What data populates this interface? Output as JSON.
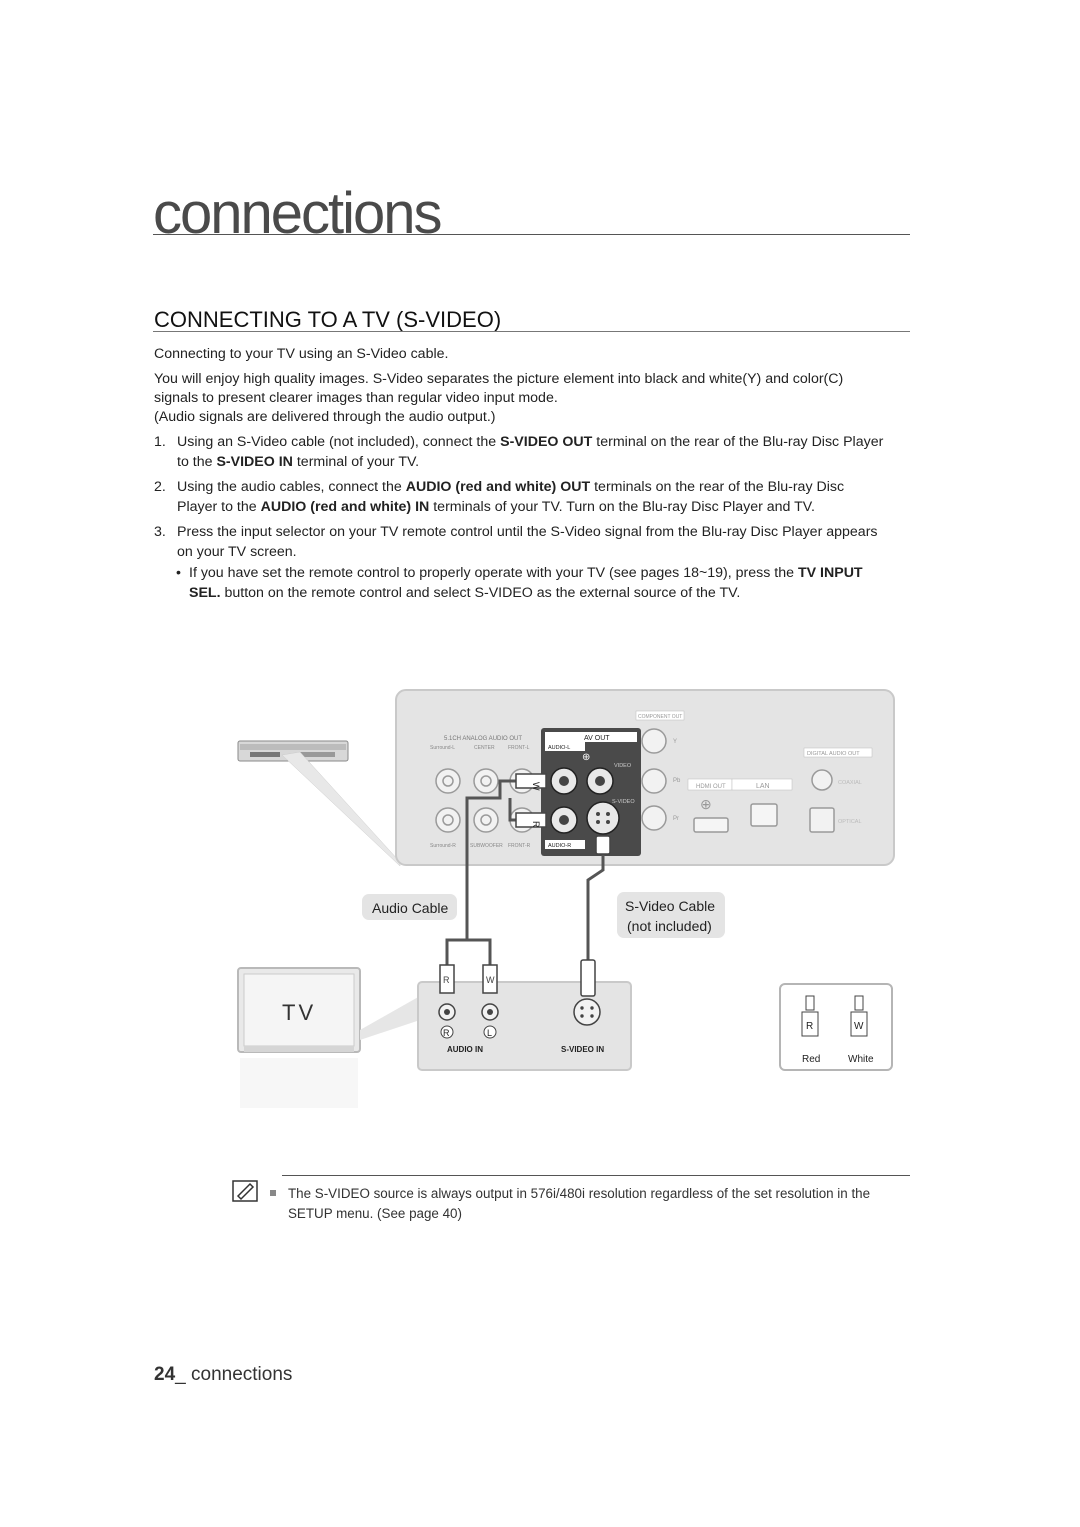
{
  "chapter": "connections",
  "section_title": "CONNECTING TO A TV (S-VIDEO)",
  "intro": "Connecting to your TV using an S-Video cable.",
  "para_1": "You will enjoy high quality images. S-Video separates the picture element into black and white(Y) and color(C)",
  "para_2": "signals to present clearer images than regular video input mode.",
  "para_3": "(Audio signals are delivered through the audio output.)",
  "steps": [
    {
      "num": "1.",
      "pre": "Using an S-Video cable (not included), connect the ",
      "b1": "S-VIDEO OUT",
      "mid": " terminal on the rear of the Blu-ray Disc Player",
      "line2_pre": "to the ",
      "b2": "S-VIDEO IN",
      "line2_post": " terminal of your TV."
    },
    {
      "num": "2.",
      "pre": "Using the audio cables, connect the ",
      "b1": "AUDIO (red and white) OUT",
      "mid": " terminals on the rear of the Blu-ray Disc",
      "line2_pre": "Player to the ",
      "b2": "AUDIO (red and white) IN",
      "line2_post": " terminals of your TV. Turn on the Blu-ray Disc Player and TV."
    },
    {
      "num": "3.",
      "line1": "Press the input selector on your TV remote control until the S-Video signal from the Blu-ray Disc Player appears",
      "line2": "on your TV screen."
    }
  ],
  "bullet": {
    "dot": "•",
    "pre": "If you have set the remote control to properly operate with your TV (see pages 18~19), press the ",
    "b1": "TV INPUT",
    "b2": "SEL.",
    "post": " button on the remote control and select S-VIDEO as the external source of the TV."
  },
  "diagram": {
    "panel_labels": {
      "analog_audio_out": "5.1CH ANALOG AUDIO OUT",
      "surround_l": "Surround-L",
      "center": "CENTER",
      "front_l": "FRONT-L",
      "surround_r": "Surround-R",
      "subwoofer": "SUBWOOFER",
      "front_r": "FRONT-R",
      "av_out": "AV OUT",
      "audio_l": "AUDIO-L",
      "audio_r": "AUDIO-R",
      "video": "VIDEO",
      "s_video": "S-VIDEO",
      "component_out": "COMPONENT OUT",
      "y": "Y",
      "pb": "Pb",
      "pr": "Pr",
      "hdmi_out": "HDMI OUT",
      "lan": "LAN",
      "digital_audio_out": "DIGITAL AUDIO OUT",
      "coaxial": "COAXIAL",
      "optical": "OPTICAL",
      "plug_w": "W",
      "plug_r": "R"
    },
    "audio_cable_label": "Audio Cable",
    "svideo_cable_label_1": "S-Video Cable",
    "svideo_cable_label_2": "(not included)",
    "tv_label": "TV",
    "tv_panel": {
      "plug_r": "R",
      "plug_w": "W",
      "jack_r": "R",
      "jack_l": "L",
      "audio_in": "AUDIO IN",
      "s_video_in": "S-VIDEO IN"
    },
    "legend": {
      "r": "R",
      "w": "W",
      "red": "Red",
      "white": "White"
    }
  },
  "note": "The S-VIDEO source is always output in 576i/480i resolution regardless of the set resolution in the SETUP menu. (See page 40)",
  "footer": {
    "page": "24",
    "sep": "_ ",
    "label": "connections"
  },
  "colors": {
    "panel_bg": "#e4e4e4",
    "panel_border": "#c9c9c9",
    "dark_block": "#4a4a4a",
    "cable": "#555555"
  }
}
